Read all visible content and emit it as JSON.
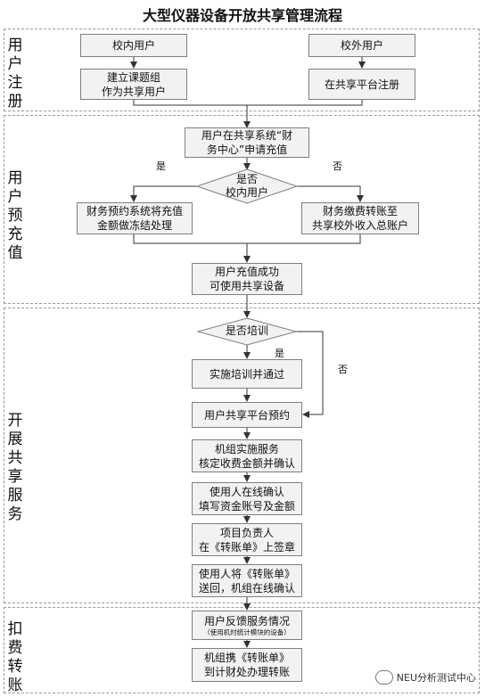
{
  "title": "大型仪器设备开放共享管理流程",
  "lanes": {
    "register": "用户注册",
    "prepay": "用户预充值",
    "service": "开展共享服务",
    "deduct": "扣费转账"
  },
  "nodes": {
    "internal_user": "校内用户",
    "external_user": "校外用户",
    "create_group": [
      "建立课题组",
      "作为共享用户"
    ],
    "platform_register": "在共享平台注册",
    "apply_recharge": [
      "用户在共享系统“财",
      "务中心”申请充值"
    ],
    "is_internal": [
      "是否",
      "校内用户"
    ],
    "freeze": [
      "财务预约系统将充值",
      "金额做冻结处理"
    ],
    "transfer_income": [
      "财务缴费转账至",
      "共享校外收入总账户"
    ],
    "recharge_success": [
      "用户充值成功",
      "可使用共享设备"
    ],
    "is_training": "是否培训",
    "training": "实施培训并通过",
    "booking": "用户共享平台预约",
    "confirm_fee": [
      "机组实施服务",
      "核定收费金额并确认"
    ],
    "online_confirm": [
      "使用人在线确认",
      "填写资金账号及金额"
    ],
    "sign_slip": [
      "项目负责人",
      "在《转账单》上签章"
    ],
    "return_slip": [
      "使用人将《转账单》",
      "送回，机组在线确认"
    ],
    "feedback": "用户反馈服务情况",
    "feedback_note": "（使用机时统计模块的设备）",
    "handle_transfer": [
      "机组携《转账单》",
      "到计财处办理转账"
    ]
  },
  "labels": {
    "yes_left": "是",
    "no_right": "否",
    "yes_training": "是",
    "no_training": "否"
  },
  "watermark": "NEU分析测试中心"
}
